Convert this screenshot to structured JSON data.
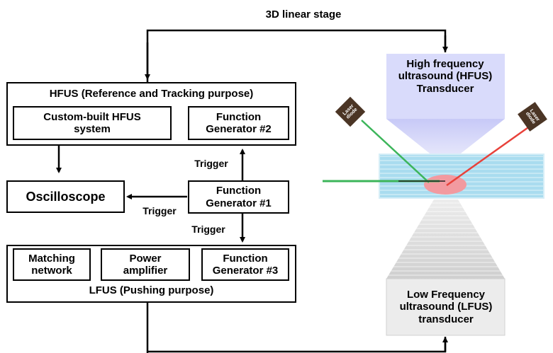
{
  "stage_title": "3D linear stage",
  "hfus_group": {
    "title": "HFUS (Reference and Tracking purpose)",
    "custom_system": "Custom-built HFUS system",
    "function_generator_2": "Function Generator #2"
  },
  "oscilloscope": "Oscilloscope",
  "function_generator_1": "Function Generator #1",
  "lfus_group": {
    "title": "LFUS (Pushing purpose)",
    "matching_network": "Matching network",
    "power_amplifier": "Power amplifier",
    "function_generator_3": "Function Generator #3"
  },
  "trigger_labels": [
    "Trigger",
    "Trigger",
    "Trigger"
  ],
  "hfus_transducer": "High frequency ultrasound (HFUS) Transducer",
  "lfus_transducer": "Low Frequency ultrasound (LFUS) transducer",
  "laser_diode_left": "Laser diode",
  "laser_diode_right": "Laser diode",
  "colors": {
    "green_laser": "#3cb55a",
    "red_laser": "#e8413a",
    "water": "#a8dcef",
    "hfus_beam": "#cdd0f8",
    "lfus_beam": "#d8d8d8",
    "focal_spot": "#f29aa0",
    "laser_body": "#4b3525"
  }
}
